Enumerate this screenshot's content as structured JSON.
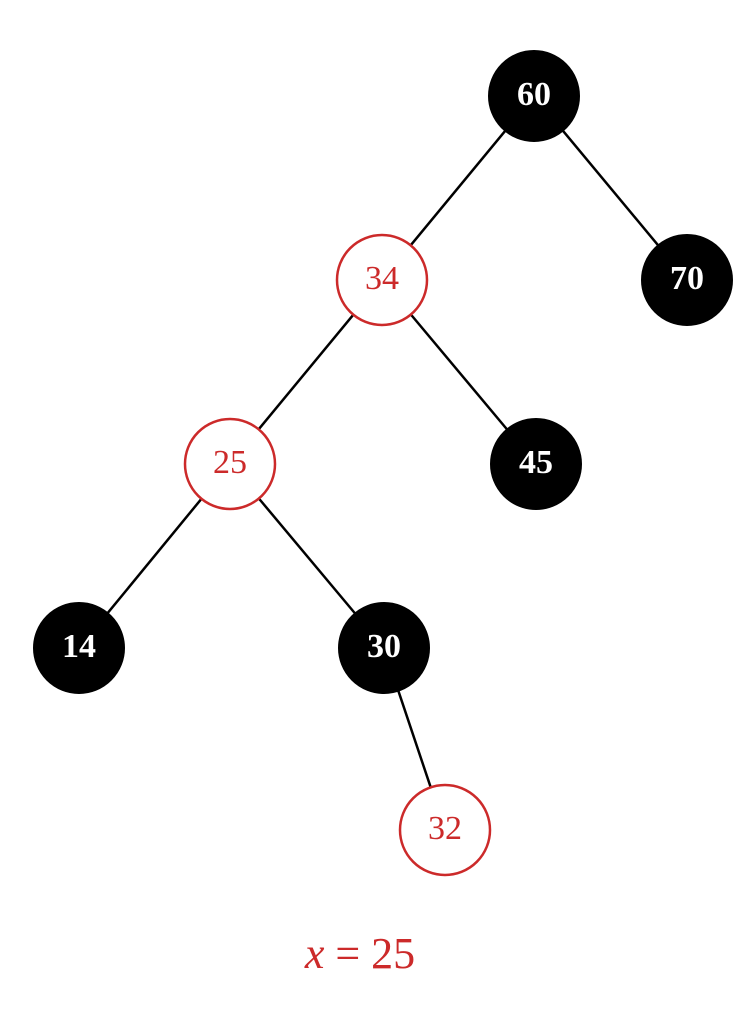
{
  "colors": {
    "black_node": "#000000",
    "red_node": "#cc2a2a",
    "edge": "#000000",
    "background": "#ffffff"
  },
  "tree": {
    "nodes": [
      {
        "id": "n60",
        "label": "60",
        "color": "black"
      },
      {
        "id": "n34",
        "label": "34",
        "color": "red"
      },
      {
        "id": "n70",
        "label": "70",
        "color": "black"
      },
      {
        "id": "n25",
        "label": "25",
        "color": "red"
      },
      {
        "id": "n45",
        "label": "45",
        "color": "black"
      },
      {
        "id": "n14",
        "label": "14",
        "color": "black"
      },
      {
        "id": "n30",
        "label": "30",
        "color": "black"
      },
      {
        "id": "n32",
        "label": "32",
        "color": "red"
      }
    ],
    "edges": [
      {
        "from": "n60",
        "to": "n34"
      },
      {
        "from": "n60",
        "to": "n70"
      },
      {
        "from": "n34",
        "to": "n25"
      },
      {
        "from": "n34",
        "to": "n45"
      },
      {
        "from": "n25",
        "to": "n14"
      },
      {
        "from": "n25",
        "to": "n30"
      },
      {
        "from": "n30",
        "to": "n32"
      }
    ]
  },
  "caption": {
    "variable": "x",
    "equals": "=",
    "value": "25"
  }
}
